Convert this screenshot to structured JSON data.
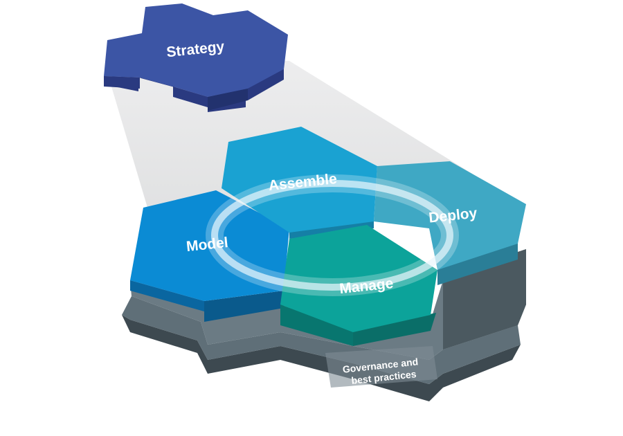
{
  "diagram": {
    "labels": {
      "strategy": "Strategy",
      "assemble": "Assemble",
      "deploy": "Deploy",
      "model": "Model",
      "manage": "Manage",
      "governance_line1": "Governance and",
      "governance_line2": "best practices"
    },
    "colors": {
      "strategy_top": "#3c55a5",
      "strategy_side": "#2b3a80",
      "assemble_top": "#1aa2d2",
      "assemble_side": "#157fa6",
      "deploy_top": "#3fa8c4",
      "deploy_side": "#2a7e97",
      "model_top": "#0b8bd4",
      "model_side": "#0a66a0",
      "manage_top": "#0ca39a",
      "manage_side": "#0a7d75",
      "base_top": "#697983",
      "base_side": "#4a5860",
      "base_dark": "#3a454c",
      "beam": "#e6e7e8",
      "ring": "#e6f4fb"
    }
  }
}
